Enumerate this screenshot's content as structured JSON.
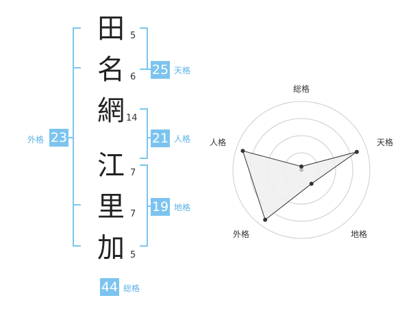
{
  "name": {
    "characters": [
      {
        "char": "田",
        "strokes": "5"
      },
      {
        "char": "名",
        "strokes": "6"
      },
      {
        "char": "網",
        "strokes": "14"
      },
      {
        "char": "江",
        "strokes": "7"
      },
      {
        "char": "里",
        "strokes": "7"
      },
      {
        "char": "加",
        "strokes": "5"
      }
    ]
  },
  "fortune": {
    "tenkaku": {
      "value": "25",
      "label": "天格"
    },
    "jinkaku": {
      "value": "21",
      "label": "人格"
    },
    "chikaku": {
      "value": "19",
      "label": "地格"
    },
    "gaikaku": {
      "value": "23",
      "label": "外格"
    },
    "soukaku": {
      "value": "44",
      "label": "総格"
    }
  },
  "radar": {
    "axes": [
      "総格",
      "天格",
      "地格",
      "外格",
      "人格"
    ],
    "values": [
      0.05,
      0.85,
      0.25,
      0.9,
      0.9
    ],
    "rings": 4
  },
  "colors": {
    "accent": "#7cc4ef",
    "fill": "#eeeeee",
    "line": "#333333"
  }
}
